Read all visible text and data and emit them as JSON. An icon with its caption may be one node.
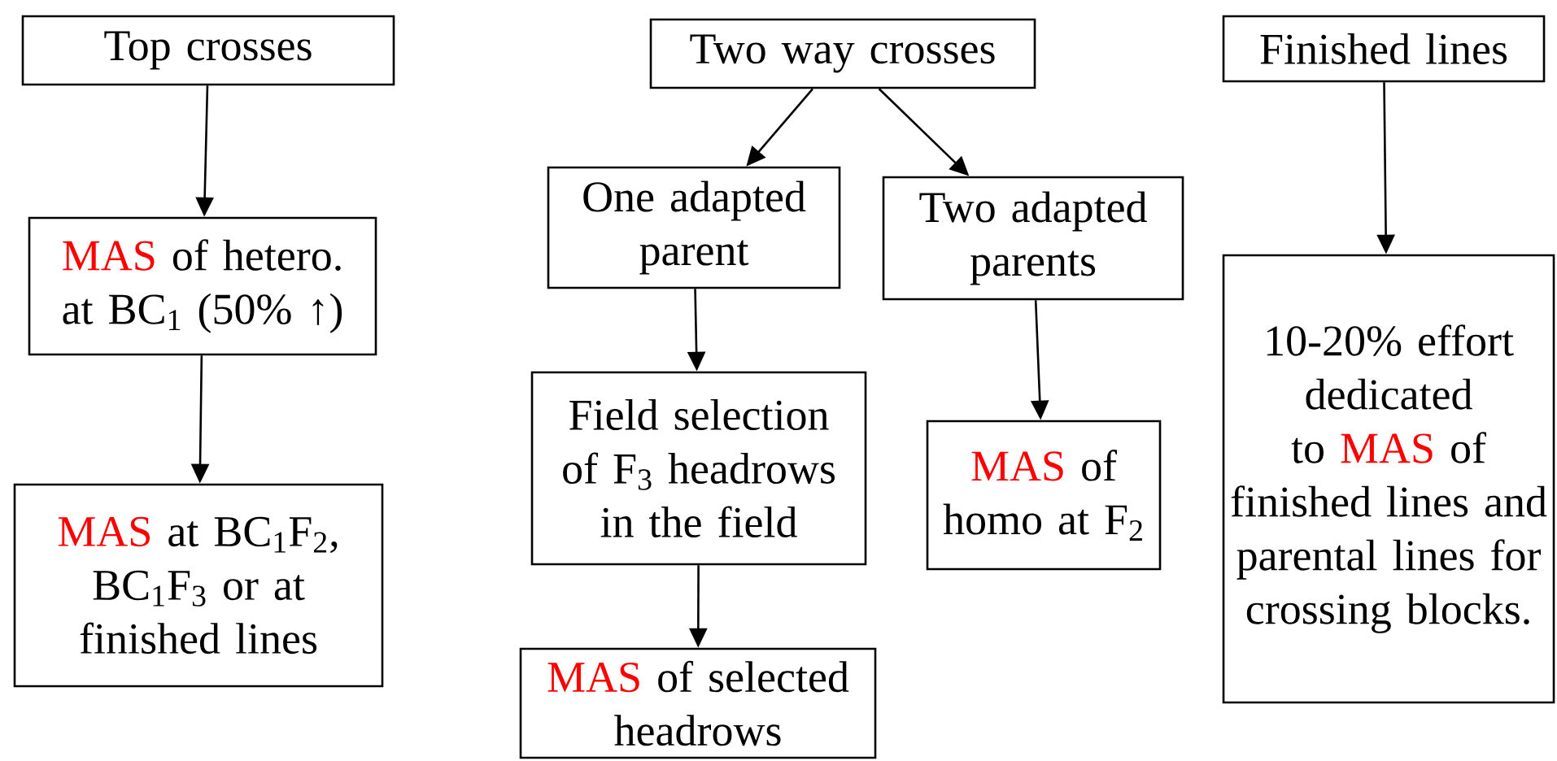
{
  "diagram": {
    "nodes": [
      {
        "text": [
          "Top crosses"
        ]
      },
      {
        "text": [
          "MAS",
          "of hetero. at BC$_{1}$ (50% ↑)"
        ]
      },
      {
        "text": [
          "MAS",
          "at BC$_{1}$F$_{2}$, BC$_{1}$F$_{3}$ or at finished lines"
        ]
      },
      {
        "text": [
          "Two way crosses"
        ]
      },
      {
        "text": [
          "One adapted parent"
        ]
      },
      {
        "text": [
          "Two adapted parents"
        ]
      },
      {
        "text": [
          "Field selection of F$_{3}$ headrows in the field"
        ]
      },
      {
        "text": [
          "MAS",
          "of homo at F$_{2}$"
        ]
      },
      {
        "text": [
          "MAS",
          "of selected headrows"
        ]
      },
      {
        "text": [
          "Finished lines"
        ]
      },
      {
        "text": [
          "10-20% effort dedicated to",
          "MAS",
          "of finished lines and parental lines for crossing blocks."
        ]
      }
    ],
    "edges": [
      {
        "from": 0,
        "to": 1,
        "arrow": "to"
      },
      {
        "from": 1,
        "to": 2,
        "arrow": "to"
      },
      {
        "from": 3,
        "to": 4,
        "arrow": "to"
      },
      {
        "from": 3,
        "to": 5,
        "arrow": "to"
      },
      {
        "from": 4,
        "to": 6,
        "arrow": "to"
      },
      {
        "from": 6,
        "to": 8,
        "arrow": "to"
      },
      {
        "from": 5,
        "to": 7,
        "arrow": "to"
      },
      {
        "from": 9,
        "to": 10,
        "arrow": "to"
      }
    ]
  }
}
